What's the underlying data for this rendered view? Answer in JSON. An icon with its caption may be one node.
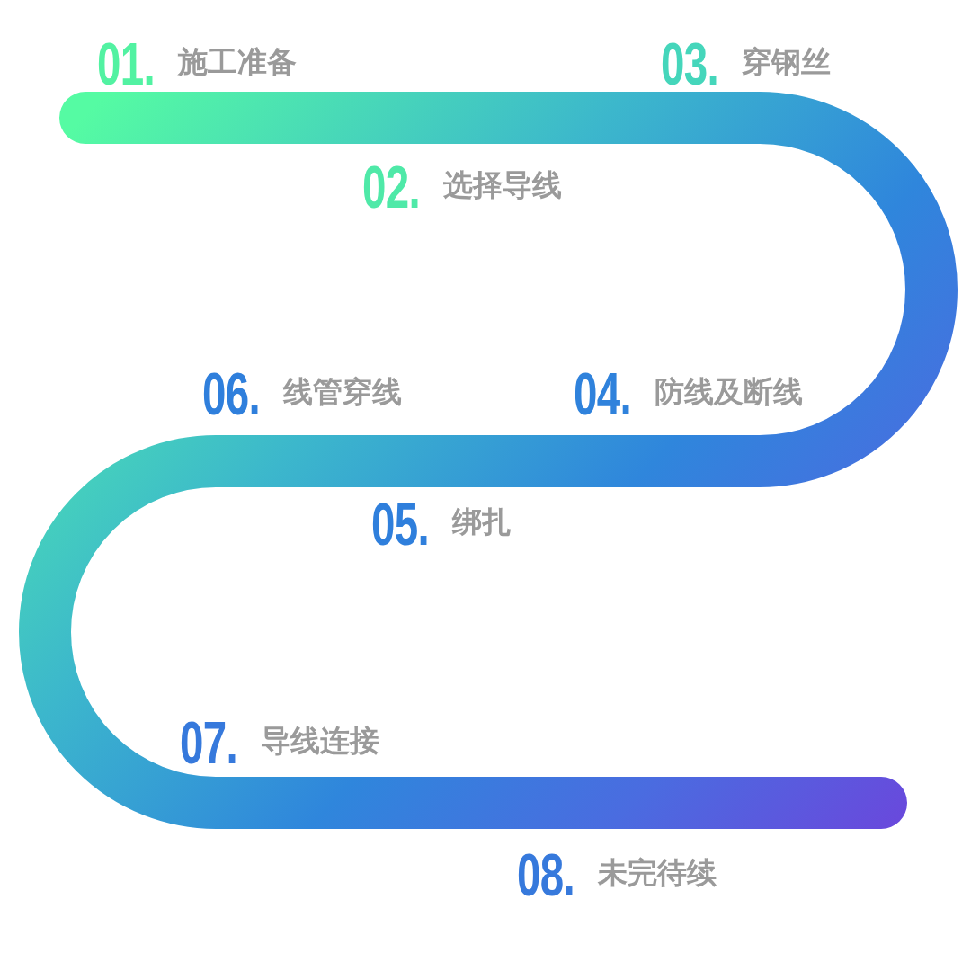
{
  "diagram": {
    "labels": [
      "01.",
      "施工准备",
      "03.",
      "穿钢丝",
      "02.",
      "选择导线",
      "06.",
      "线管穿线",
      "04.",
      "防线及断线",
      "05.",
      "绑扎",
      "07.",
      "导线连接",
      "08.",
      "未完待续"
    ]
  }
}
